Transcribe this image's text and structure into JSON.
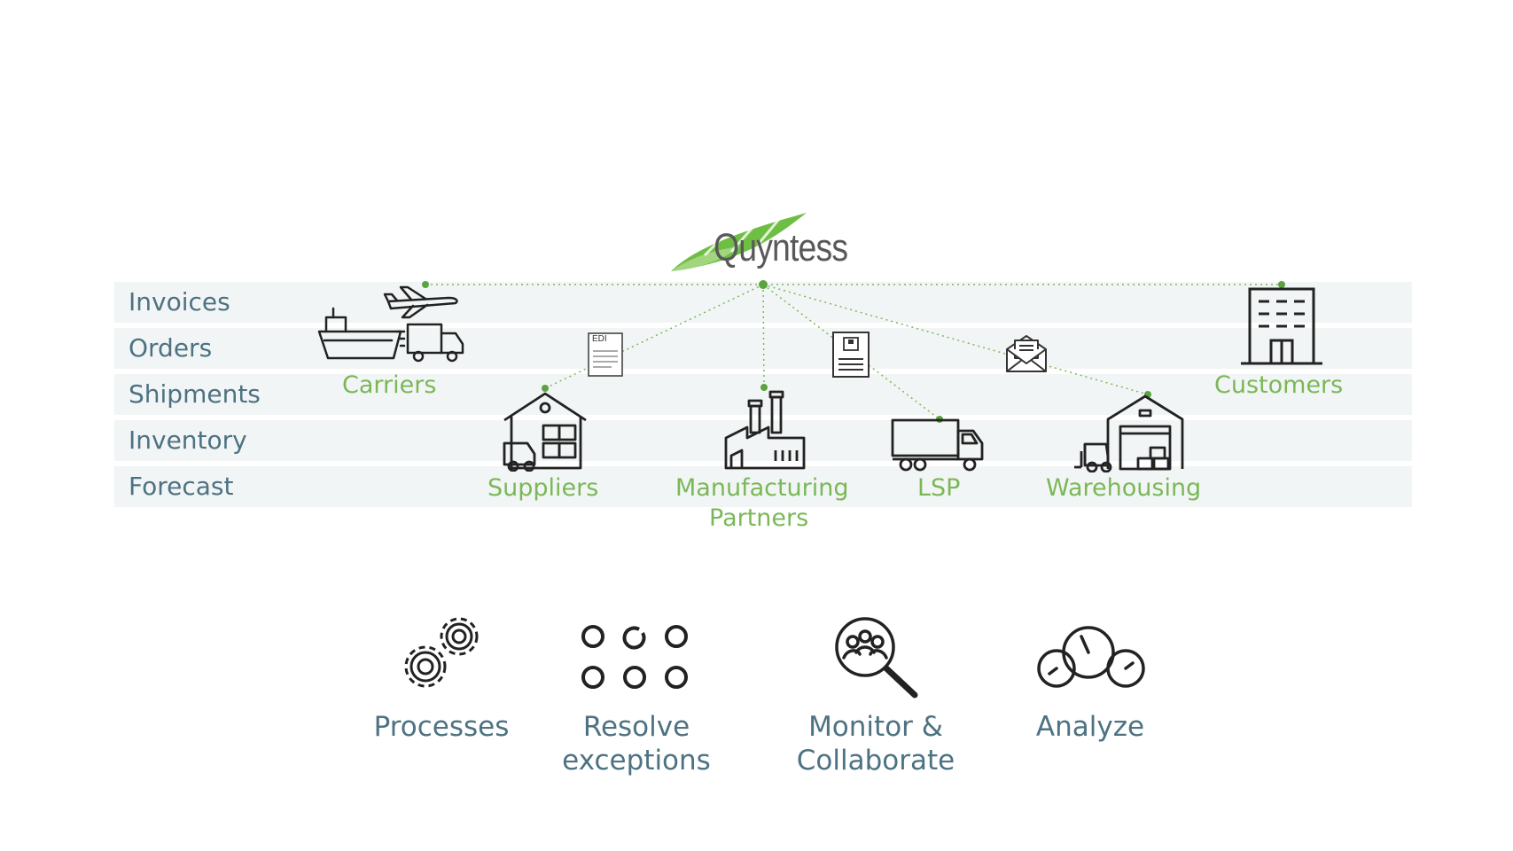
{
  "logo": {
    "text": "Quyntess"
  },
  "rows": [
    "Invoices",
    "Orders",
    "Shipments",
    "Inventory",
    "Forecast"
  ],
  "nodes": {
    "carriers": "Carriers",
    "suppliers": "Suppliers",
    "manufacturing_line1": "Manufacturing",
    "manufacturing_line2": "Partners",
    "lsp": "LSP",
    "warehousing": "Warehousing",
    "customers": "Customers"
  },
  "documents": {
    "edi_label": "EDI"
  },
  "capabilities": {
    "processes": [
      "Processes"
    ],
    "resolve": [
      "Resolve",
      "exceptions"
    ],
    "monitor": [
      "Monitor &",
      "Collaborate"
    ],
    "analyze": [
      "Analyze"
    ]
  },
  "colors": {
    "accent_green": "#7ab857",
    "text_teal": "#4d7282",
    "band": "#f2f5f5",
    "icon": "#222222"
  }
}
